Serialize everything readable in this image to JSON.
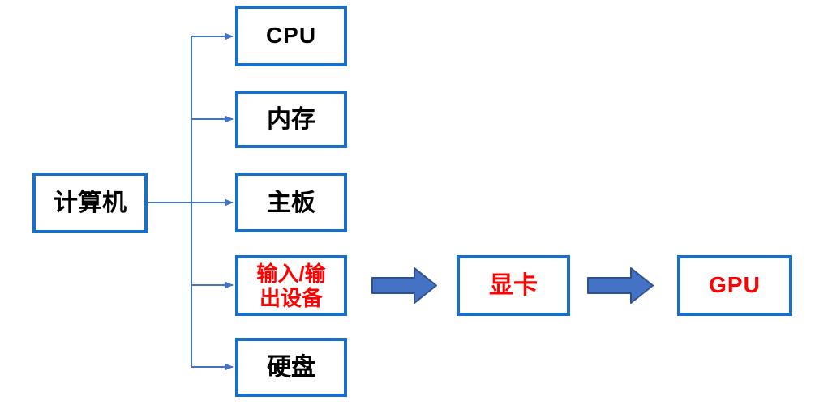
{
  "colors": {
    "box_border": "#1b6ec8",
    "connector": "#4472c4",
    "block_arrow_fill": "#4472c4",
    "block_arrow_stroke": "#2f528f",
    "text_default": "#000000",
    "text_highlight": "#ff0000",
    "background": "#ffffff"
  },
  "nodes": {
    "computer": {
      "label": "计算机"
    },
    "cpu": {
      "label": "CPU"
    },
    "memory": {
      "label": "内存"
    },
    "motherboard": {
      "label": "主板"
    },
    "io": {
      "label": "输入/输出设备",
      "line1": "输入/输",
      "line2": "出设备"
    },
    "disk": {
      "label": "硬盘"
    },
    "graphics_card": {
      "label": "显卡"
    },
    "gpu": {
      "label": "GPU"
    }
  },
  "edges": [
    {
      "from": "computer",
      "to": "cpu",
      "style": "thin-arrow"
    },
    {
      "from": "computer",
      "to": "memory",
      "style": "thin-arrow"
    },
    {
      "from": "computer",
      "to": "motherboard",
      "style": "thin-arrow"
    },
    {
      "from": "computer",
      "to": "io",
      "style": "thin-arrow"
    },
    {
      "from": "computer",
      "to": "disk",
      "style": "thin-arrow"
    },
    {
      "from": "io",
      "to": "graphics_card",
      "style": "block-arrow"
    },
    {
      "from": "graphics_card",
      "to": "gpu",
      "style": "block-arrow"
    }
  ]
}
